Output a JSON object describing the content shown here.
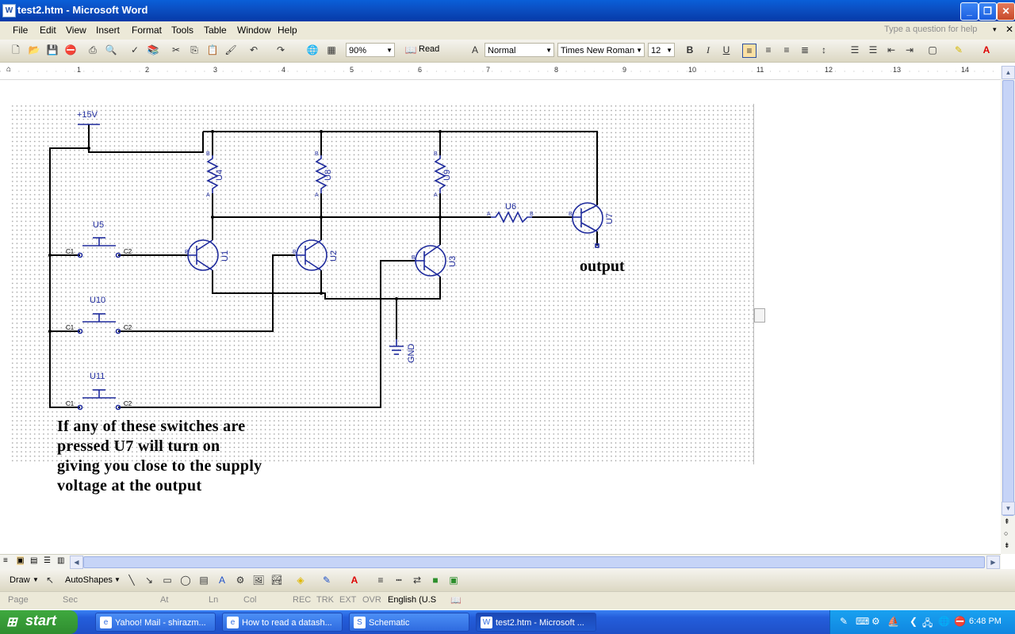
{
  "window": {
    "title": "test2.htm - Microsoft Word",
    "buttons": [
      "_",
      "❐",
      "✕"
    ]
  },
  "menu": {
    "items": [
      "File",
      "Edit",
      "View",
      "Insert",
      "Format",
      "Tools",
      "Table",
      "Window",
      "Help"
    ],
    "help_placeholder": "Type a question for help"
  },
  "toolbar": {
    "zoom": "90%",
    "read_label": "Read",
    "style": "Normal",
    "font": "Times New Roman",
    "size": "12",
    "bold": "B",
    "italic": "I",
    "underline": "U"
  },
  "ruler": {
    "numbers": [
      "1",
      "2",
      "3",
      "4",
      "5",
      "6",
      "7",
      "8",
      "9",
      "10",
      "11",
      "12",
      "13",
      "14"
    ]
  },
  "schematic": {
    "supply_label": "+15V",
    "resistors": [
      {
        "ref": "U4",
        "pin_top": "B",
        "pin_bottom": "A"
      },
      {
        "ref": "U8",
        "pin_top": "B",
        "pin_bottom": "A"
      },
      {
        "ref": "U9",
        "pin_top": "B",
        "pin_bottom": "A"
      },
      {
        "ref": "U6",
        "pin_left": "A",
        "pin_right": "B"
      }
    ],
    "transistors": [
      "U1",
      "U2",
      "U3",
      "U7"
    ],
    "transistor_pin": "B",
    "switches": [
      {
        "ref": "U5",
        "pin1": "C1",
        "pin2": "C2"
      },
      {
        "ref": "U10",
        "pin1": "C1",
        "pin2": "C2"
      },
      {
        "ref": "U11",
        "pin1": "C1",
        "pin2": "C2"
      }
    ],
    "ground_label": "GND",
    "output_label": "output",
    "note_lines": [
      "If any of these switches are",
      "pressed U7 will turn on",
      "giving you close to the supply",
      "voltage at the output"
    ]
  },
  "drawbar": {
    "draw": "Draw",
    "autoshapes": "AutoShapes"
  },
  "status": {
    "page": "Page",
    "sec": "Sec",
    "at": "At",
    "ln": "Ln",
    "col": "Col",
    "rec": "REC",
    "trk": "TRK",
    "ext": "EXT",
    "ovr": "OVR",
    "language": "English (U.S"
  },
  "taskbar": {
    "start": "start",
    "tasks": [
      {
        "label": "Yahoo! Mail - shirazm...",
        "icon": "e"
      },
      {
        "label": "How to read a datash...",
        "icon": "e"
      },
      {
        "label": "Schematic",
        "icon": "S"
      },
      {
        "label": "test2.htm - Microsoft ...",
        "icon": "W"
      }
    ],
    "clock": "6:48 PM"
  },
  "colors": {
    "wire": "#000000",
    "component": "#1e2a9c",
    "titlebar": "#0b4ec1",
    "taskbar": "#245edb"
  }
}
